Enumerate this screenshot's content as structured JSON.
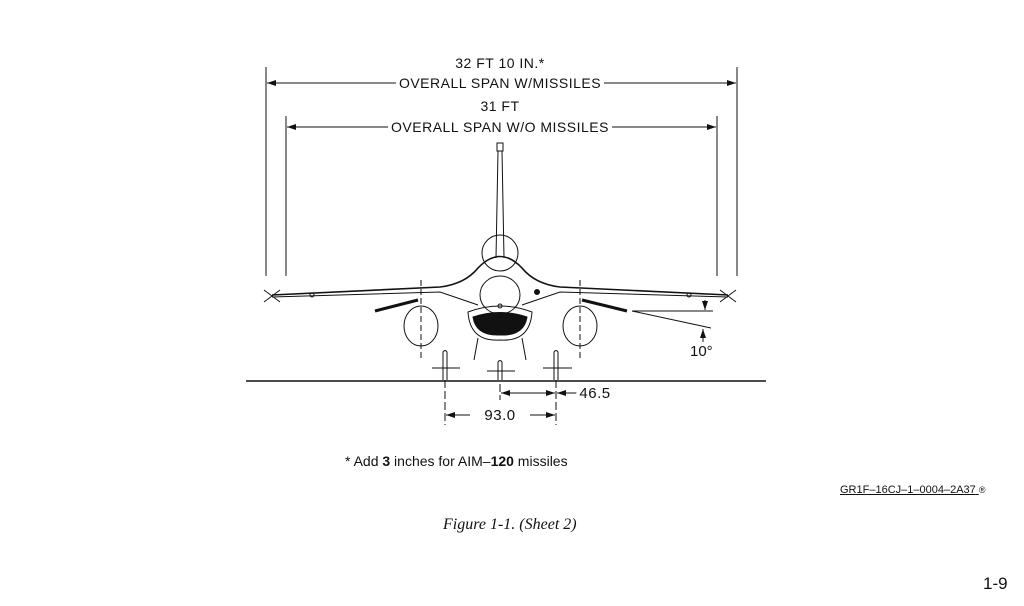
{
  "diagram": {
    "span_with_missiles_value": "32 FT 10 IN.*",
    "span_with_missiles_label": "OVERALL SPAN W/MISSILES",
    "span_without_missiles_value": "31 FT",
    "span_without_missiles_label": "OVERALL SPAN W/O MISSILES",
    "anhedral_angle": "10°",
    "gear_half_track": "46.5",
    "gear_track": "93.0"
  },
  "footnote": {
    "prefix": "* Add ",
    "number": "3",
    "middle": " inches for AIM–",
    "model": "120",
    "suffix": " missiles"
  },
  "drawing_code": "GR1F–16CJ–1–0004–2A37",
  "drawing_code_mark": "®",
  "figure_caption": "Figure 1-1.  (Sheet 2)",
  "page_number": "1-9"
}
